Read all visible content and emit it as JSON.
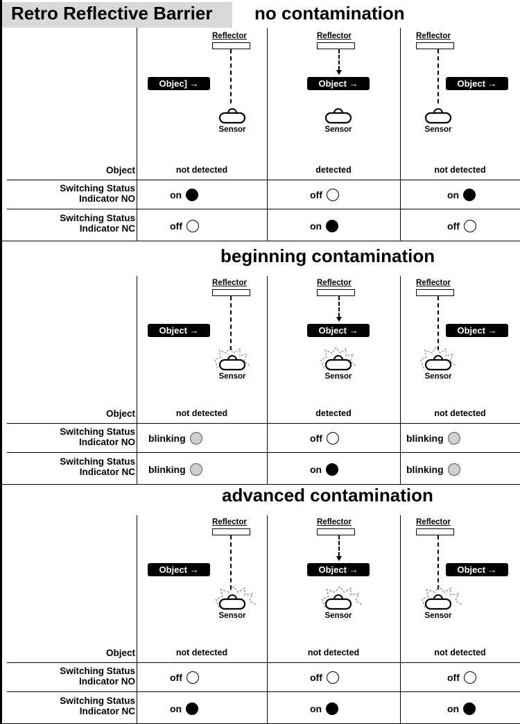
{
  "title": "Retro Reflective Barrier",
  "row_labels": {
    "object": "Object",
    "no_line1": "Switching Status",
    "no_line2": "Indicator NO",
    "nc_line1": "Switching Status",
    "nc_line2": "Indicator NC"
  },
  "sections": [
    {
      "title": "no contamination",
      "contamination": "none",
      "cases": [
        {
          "object_tag": "Objec] →",
          "reflector": "Reflector",
          "sensor": "Sensor",
          "object_status": "not detected",
          "no": {
            "label": "on",
            "state": "on"
          },
          "nc": {
            "label": "off",
            "state": "off"
          }
        },
        {
          "object_tag": "Object →",
          "reflector": "Reflector",
          "sensor": "Sensor",
          "object_status": "detected",
          "no": {
            "label": "off",
            "state": "off"
          },
          "nc": {
            "label": "on",
            "state": "on"
          }
        },
        {
          "object_tag": "Object →",
          "reflector": "Reflector",
          "sensor": "Sensor",
          "object_status": "not detected",
          "no": {
            "label": "on",
            "state": "on"
          },
          "nc": {
            "label": "off",
            "state": "off"
          }
        }
      ]
    },
    {
      "title": "beginning contamination",
      "contamination": "beginning",
      "cases": [
        {
          "object_tag": "Object →",
          "reflector": "Reflector",
          "sensor": "Sensor",
          "object_status": "not detected",
          "no": {
            "label": "blinking",
            "state": "blinking"
          },
          "nc": {
            "label": "blinking",
            "state": "blinking"
          }
        },
        {
          "object_tag": "Object →",
          "reflector": "Reflector",
          "sensor": "Sensor",
          "object_status": "detected",
          "no": {
            "label": "off",
            "state": "off"
          },
          "nc": {
            "label": "on",
            "state": "on"
          }
        },
        {
          "object_tag": "Object →",
          "reflector": "Reflector",
          "sensor": "Sensor",
          "object_status": "not detected",
          "no": {
            "label": "blinking",
            "state": "blinking"
          },
          "nc": {
            "label": "blinking",
            "state": "blinking"
          }
        }
      ]
    },
    {
      "title": "advanced contamination",
      "contamination": "advanced",
      "cases": [
        {
          "object_tag": "Object →",
          "reflector": "Reflector",
          "sensor": "Sensor",
          "object_status": "not detected",
          "no": {
            "label": "off",
            "state": "off"
          },
          "nc": {
            "label": "on",
            "state": "on"
          }
        },
        {
          "object_tag": "Object →",
          "reflector": "Reflector",
          "sensor": "Sensor",
          "object_status": "not detected",
          "no": {
            "label": "off",
            "state": "off"
          },
          "nc": {
            "label": "on",
            "state": "on"
          }
        },
        {
          "object_tag": "Object →",
          "reflector": "Reflector",
          "sensor": "Sensor",
          "object_status": "not detected",
          "no": {
            "label": "off",
            "state": "off"
          },
          "nc": {
            "label": "on",
            "state": "on"
          }
        }
      ]
    }
  ]
}
